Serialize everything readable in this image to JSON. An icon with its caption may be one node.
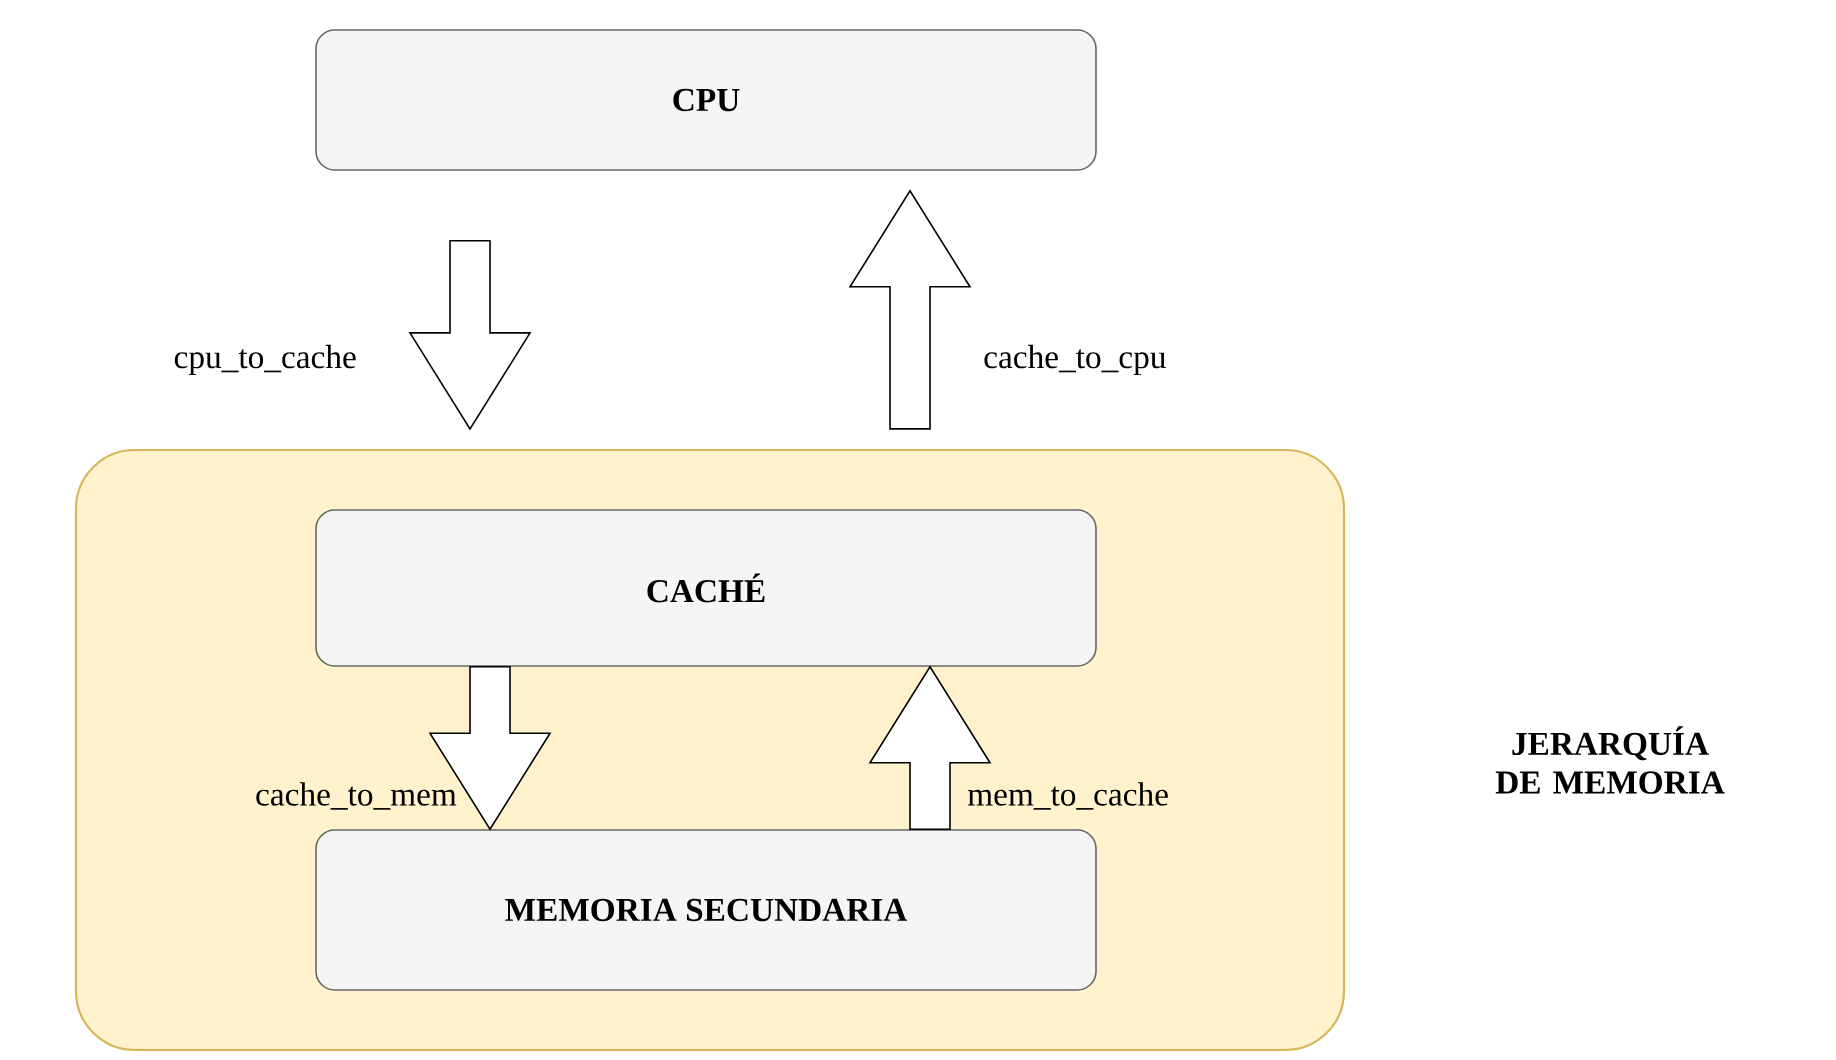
{
  "diagram": {
    "nodes": [
      {
        "text": [
          "CPU"
        ]
      },
      {
        "text": [
          "JERARQUÍA DE MEMORIA"
        ]
      },
      {
        "text": [
          "CACHÉ"
        ],
        "in": 1
      },
      {
        "text": [
          "MEMORIA SECUNDARIA"
        ],
        "in": 1
      }
    ],
    "edges": [
      {
        "from": 0,
        "to": 1,
        "arrow": "to",
        "label": "cpu_to_cache"
      },
      {
        "from": 1,
        "to": 0,
        "arrow": "to",
        "label": "cache_to_cpu"
      },
      {
        "from": 2,
        "to": 3,
        "arrow": "to",
        "label": "cache_to_mem"
      },
      {
        "from": 3,
        "to": 2,
        "arrow": "to",
        "label": "mem_to_cache"
      }
    ]
  }
}
